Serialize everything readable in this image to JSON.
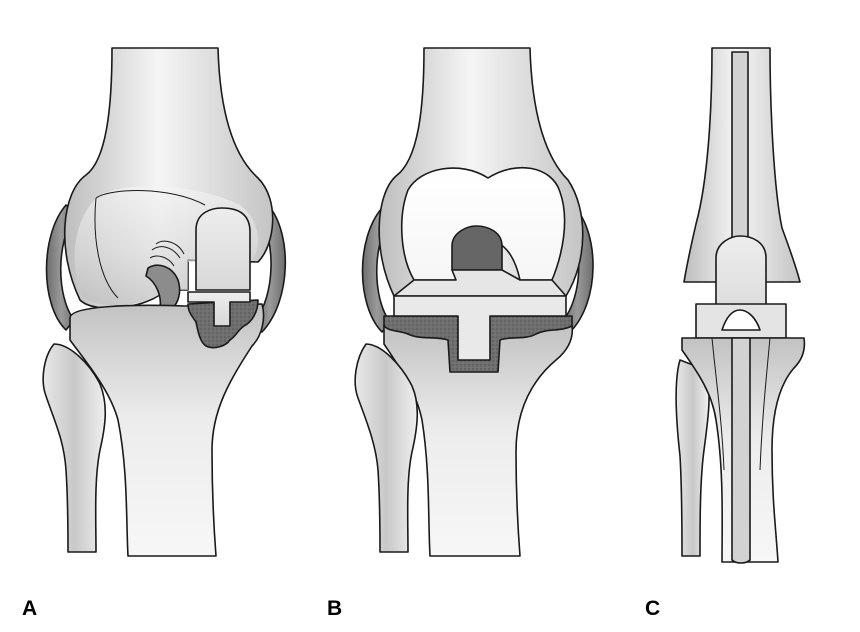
{
  "figure": {
    "panels": [
      {
        "id": "A",
        "label": "A",
        "type": "unicompartmental knee implant"
      },
      {
        "id": "B",
        "label": "B",
        "type": "total knee implant"
      },
      {
        "id": "C",
        "label": "C",
        "type": "hinged stemmed knee implant"
      }
    ],
    "colors": {
      "outline": "#1a1a1a",
      "bone_light": "#f4f4f4",
      "bone_shade": "#bcbcbc",
      "implant": "#e2e2e2",
      "cement": "#6f6f6f",
      "ligament": "#808080",
      "cutout": "#666666",
      "background": "#ffffff"
    }
  }
}
